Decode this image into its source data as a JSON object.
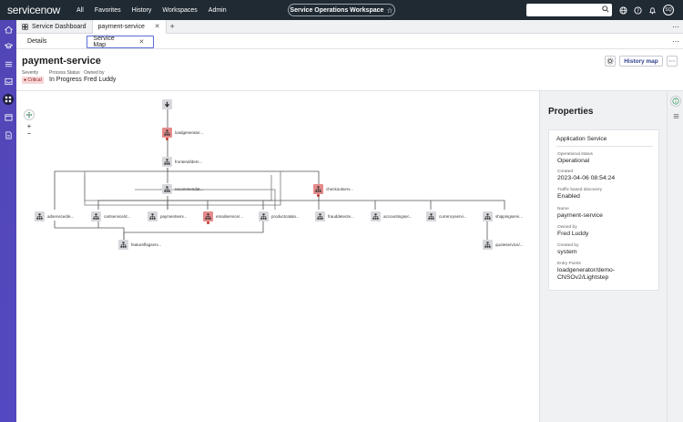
{
  "topbar": {
    "logo": "servicenow",
    "nav": [
      "All",
      "Favorites",
      "History",
      "Workspaces",
      "Admin"
    ],
    "workspace": "Service Operations Workspace",
    "avatar": "SQ"
  },
  "tabs": [
    {
      "label": "Service Dashboard"
    },
    {
      "label": "payment-service"
    }
  ],
  "subtabs": [
    {
      "label": "Details"
    },
    {
      "label": "Service Map"
    }
  ],
  "header": {
    "title": "payment-service",
    "severity_label": "Severity",
    "severity_value": "Critical",
    "status_label": "Process Status",
    "status_value": "In Progress",
    "owner_label": "Owned by",
    "owner_value": "Fred Luddy",
    "history_btn": "History map"
  },
  "map": {
    "nodes": [
      {
        "id": "loadgen",
        "label": "loadgenerator...",
        "crit": true
      },
      {
        "id": "frontend",
        "label": "frontend/dem...",
        "crit": false
      },
      {
        "id": "recommend",
        "label": "recommendat...",
        "crit": false
      },
      {
        "id": "checkout",
        "label": "checkoutserv...",
        "crit": true
      },
      {
        "id": "adservice",
        "label": "adservice/de...",
        "crit": false
      },
      {
        "id": "cartservice",
        "label": "cartservice/d...",
        "crit": false
      },
      {
        "id": "paymentserv",
        "label": "paymentserv...",
        "crit": false
      },
      {
        "id": "emailservice",
        "label": "emailservice/...",
        "crit": true
      },
      {
        "id": "productcat",
        "label": "productcatalo...",
        "crit": false
      },
      {
        "id": "frauddetect",
        "label": "frauddetecte...",
        "crit": false
      },
      {
        "id": "accounting",
        "label": "accountingser...",
        "crit": false
      },
      {
        "id": "currency",
        "label": "currencyservi...",
        "crit": false
      },
      {
        "id": "shipping",
        "label": "shippingservi...",
        "crit": false
      },
      {
        "id": "featureflag",
        "label": "featureflagserv...",
        "crit": false
      },
      {
        "id": "quote",
        "label": "quoteservice/...",
        "crit": false
      }
    ]
  },
  "properties": {
    "title": "Properties",
    "card_title": "Application Service",
    "fields": [
      {
        "label": "Operational status",
        "value": "Operational"
      },
      {
        "label": "Created",
        "value": "2023-04-06 08:54:24"
      },
      {
        "label": "Traffic based discovery",
        "value": "Enabled"
      },
      {
        "label": "Name",
        "value": "payment-service"
      },
      {
        "label": "Owned by",
        "value": "Fred Luddy"
      },
      {
        "label": "Created by",
        "value": "system"
      },
      {
        "label": "Entry Points",
        "value": "loadgenerator/demo-CNSOv2/Lightstep"
      }
    ]
  },
  "colors": {
    "topbar": "#1f2a33",
    "rail": "#5146b6",
    "critical": "#e58b8b",
    "node": "#d6d8dc"
  }
}
